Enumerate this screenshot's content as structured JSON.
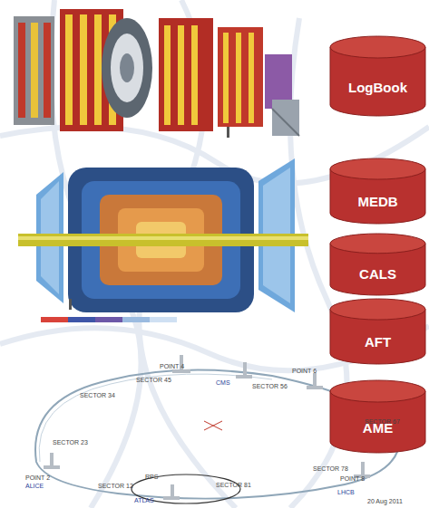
{
  "diagram": {
    "nodes": [
      {
        "text": [
          "LogBook"
        ]
      },
      {
        "text": [
          "MEDB"
        ]
      },
      {
        "text": [
          "CALS"
        ]
      },
      {
        "text": [
          "AFT"
        ]
      },
      {
        "text": [
          "AME"
        ]
      }
    ],
    "labels": [
      "POINT 4",
      "SECTOR 45",
      "CMS",
      "SECTOR 56",
      "POINT 6",
      "SECTOR 34",
      "SECTOR 67",
      "SECTOR 23",
      "POINT 2",
      "ALICE",
      "SECTOR 12",
      "RPS",
      "ATLAS",
      "SECTOR 81",
      "SECTOR 78",
      "POINT 8",
      "LHCB",
      "20 Aug 2011"
    ]
  }
}
